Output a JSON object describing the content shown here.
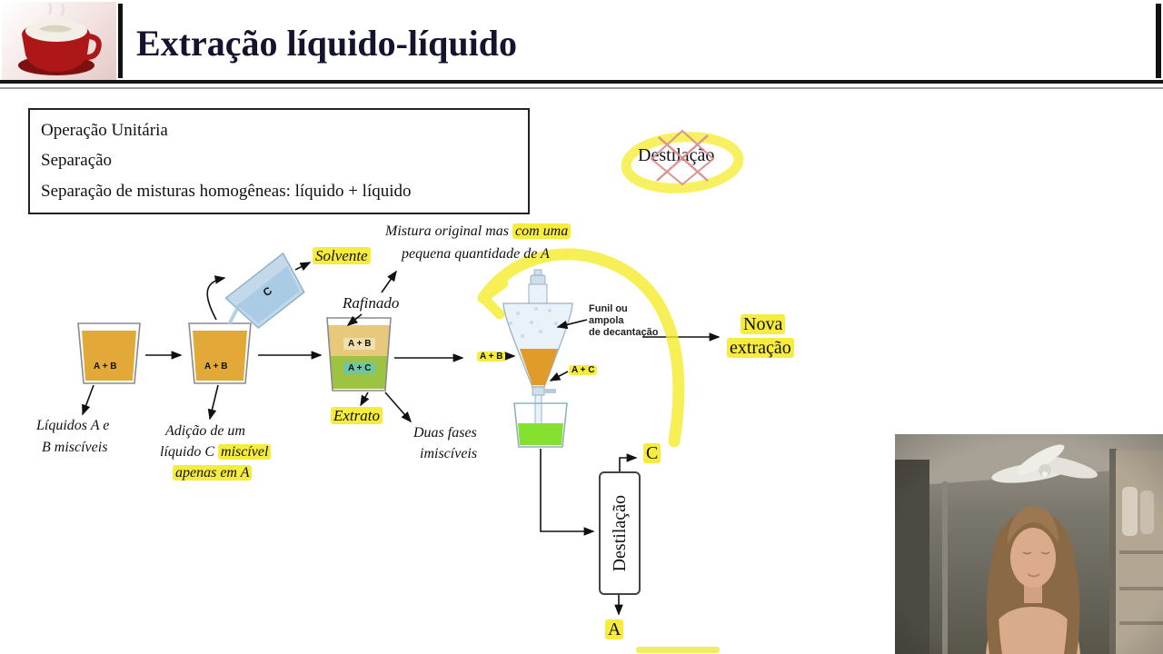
{
  "header": {
    "title": "Extração líquido-líquido"
  },
  "infobox": {
    "line1": "Operação Unitária",
    "line2": "Separação",
    "line3": "Separação de misturas homogêneas: líquido + líquido"
  },
  "crossed_out": {
    "label": "Destilação"
  },
  "beakers": {
    "beaker1_label": "A + B",
    "beaker2_label": "A + B",
    "beaker3_top_label": "A + B",
    "beaker3_bottom_label": "A + C",
    "solvent_cup_label": "C"
  },
  "annotations": {
    "solvente": "Solvente",
    "mistura_line1_plain": "Mistura original mas ",
    "mistura_line1_highlight": "com uma",
    "mistura_line2": "pequena quantidade de A",
    "rafinado": "Rafinado",
    "extrato": "Extrato",
    "duas_fases_line1": "Duas fases",
    "duas_fases_line2": "imiscíveis",
    "liquidos_line1": "Líquidos A e",
    "liquidos_line2": "B miscíveis",
    "adicao_line1": "Adição de um",
    "adicao_line2_plain": "líquido C ",
    "adicao_line2_highlight": "miscível",
    "adicao_line3_highlight": "apenas em A",
    "funil_line1": "Funil ou",
    "funil_line2": "ampola",
    "funil_line3": "de decantação",
    "funnel_top_phase": "A + B",
    "funnel_bottom_phase": "A + C",
    "nova_extracao_line1": "Nova",
    "nova_extracao_line2": "extração",
    "output_c": "C",
    "output_a": "A",
    "destilacao_box": "Destilação"
  },
  "colors": {
    "highlight_yellow": "#f6ec3d",
    "marker_yellow": "#f4ec2c",
    "liquid_orange": "#e2a938",
    "phase_green": "#9ec343",
    "collected_green": "#7ddc30",
    "solvent_blue": "#b9d5e8",
    "title_navy": "#14142e",
    "cross_red": "#d98f8f"
  }
}
